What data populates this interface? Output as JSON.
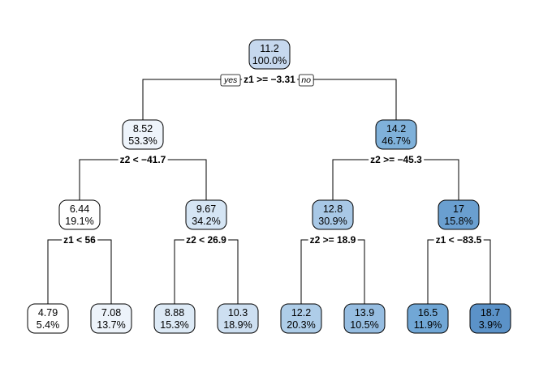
{
  "tree": {
    "root_labels": {
      "yes": "yes",
      "no": "no"
    },
    "nodes": [
      {
        "id": "n1",
        "value": "11.2",
        "percent": "100.0%",
        "color": "#c6d8ee"
      },
      {
        "id": "n2",
        "value": "8.52",
        "percent": "53.3%",
        "color": "#eef4fb"
      },
      {
        "id": "n3",
        "value": "14.2",
        "percent": "46.7%",
        "color": "#7fb1da"
      },
      {
        "id": "n4",
        "value": "6.44",
        "percent": "19.1%",
        "color": "#ffffff"
      },
      {
        "id": "n5",
        "value": "9.67",
        "percent": "34.2%",
        "color": "#d5e5f4"
      },
      {
        "id": "n6",
        "value": "12.8",
        "percent": "30.9%",
        "color": "#a8c8e6"
      },
      {
        "id": "n7",
        "value": "17",
        "percent": "15.8%",
        "color": "#6a9fd0"
      },
      {
        "id": "n8",
        "value": "4.79",
        "percent": "5.4%",
        "color": "#ffffff"
      },
      {
        "id": "n9",
        "value": "7.08",
        "percent": "13.7%",
        "color": "#edf3fa"
      },
      {
        "id": "n10",
        "value": "8.88",
        "percent": "15.3%",
        "color": "#ddeaf6"
      },
      {
        "id": "n11",
        "value": "10.3",
        "percent": "18.9%",
        "color": "#cddff1"
      },
      {
        "id": "n12",
        "value": "12.2",
        "percent": "20.3%",
        "color": "#aecde8"
      },
      {
        "id": "n13",
        "value": "13.9",
        "percent": "10.5%",
        "color": "#96bde1"
      },
      {
        "id": "n14",
        "value": "16.5",
        "percent": "11.9%",
        "color": "#71a7d6"
      },
      {
        "id": "n15",
        "value": "18.7",
        "percent": "3.9%",
        "color": "#5b92c8"
      }
    ],
    "splits": [
      {
        "id": "s1",
        "label": "z1 >= −3.31"
      },
      {
        "id": "s2",
        "label": "z2 < −41.7"
      },
      {
        "id": "s3",
        "label": "z2 >= −45.3"
      },
      {
        "id": "s4",
        "label": "z1 < 56"
      },
      {
        "id": "s5",
        "label": "z2 < 26.9"
      },
      {
        "id": "s6",
        "label": "z2 >= 18.9"
      },
      {
        "id": "s7",
        "label": "z1 < −83.5"
      }
    ]
  }
}
